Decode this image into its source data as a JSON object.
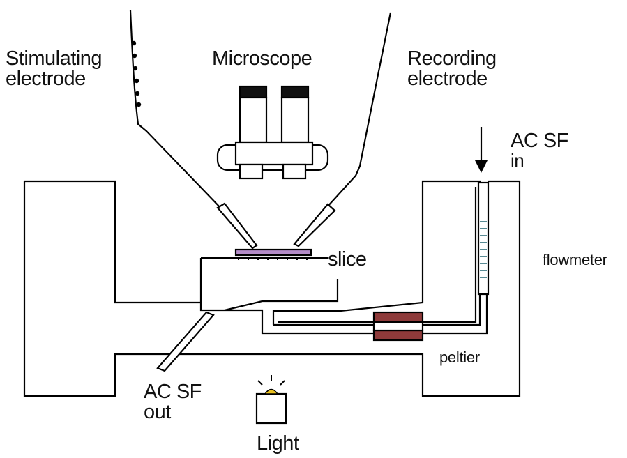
{
  "labels": {
    "stimulating_electrode": [
      "Stimulating",
      "electrode"
    ],
    "microscope": "Microscope",
    "recording_electrode": [
      "Recording",
      "electrode"
    ],
    "acsf_in": [
      "AC SF",
      "in"
    ],
    "slice": "slice",
    "flowmeter": "flowmeter",
    "peltier": "peltier",
    "acsf_out": [
      "AC SF",
      "out"
    ],
    "light": "Light"
  },
  "colors": {
    "line": "#000000",
    "slice_fill": "#b48cc8",
    "peltier_fill": "#8e3a3a",
    "light_bulb": "#e8c020",
    "water_edge": "#2e6d7a"
  }
}
